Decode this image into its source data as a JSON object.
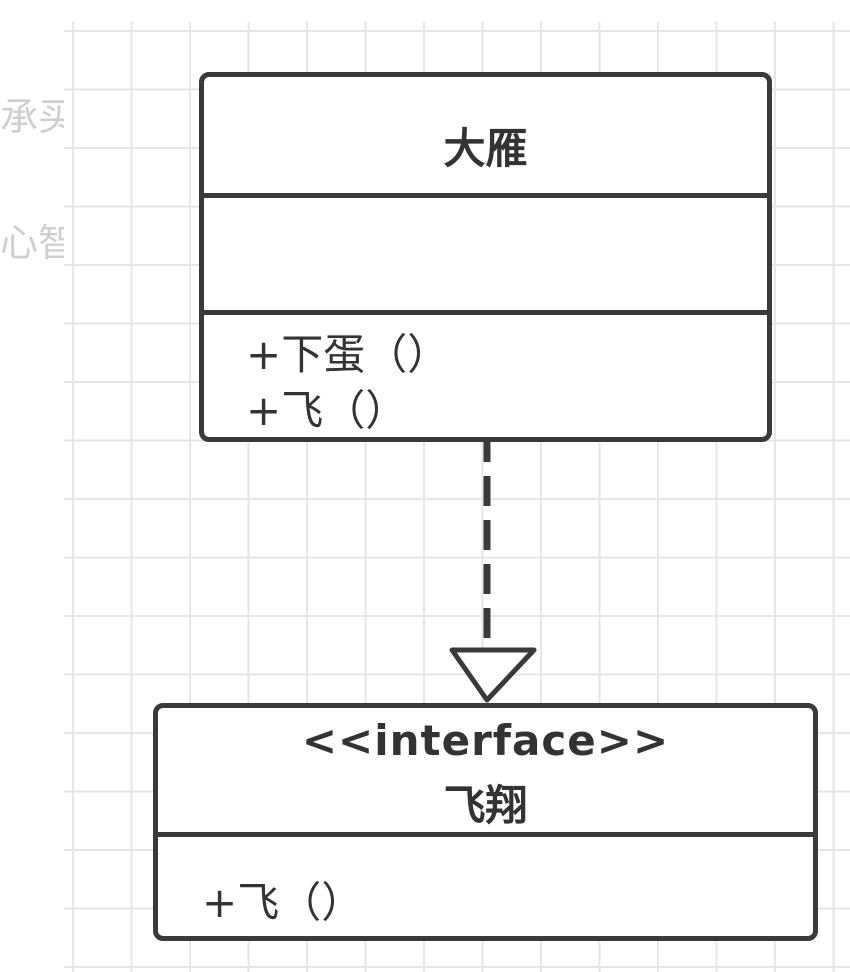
{
  "side_fragments": [
    "承买",
    "心智"
  ],
  "classes": {
    "dayan": {
      "name": "大雁",
      "attributes": [],
      "methods": [
        "+下蛋（）",
        "+飞（）"
      ]
    },
    "feixiang": {
      "stereotype": "<<interface>>",
      "name": "飞翔",
      "methods": [
        "+飞（）"
      ]
    }
  },
  "relationship": {
    "type": "realization",
    "from": "大雁",
    "to": "飞翔",
    "line_style": "dashed",
    "arrow": "hollow-triangle"
  },
  "colors": {
    "border": "#3a3a3a",
    "text": "#333333",
    "grid": "#e6e6e6",
    "background": "#ffffff"
  }
}
